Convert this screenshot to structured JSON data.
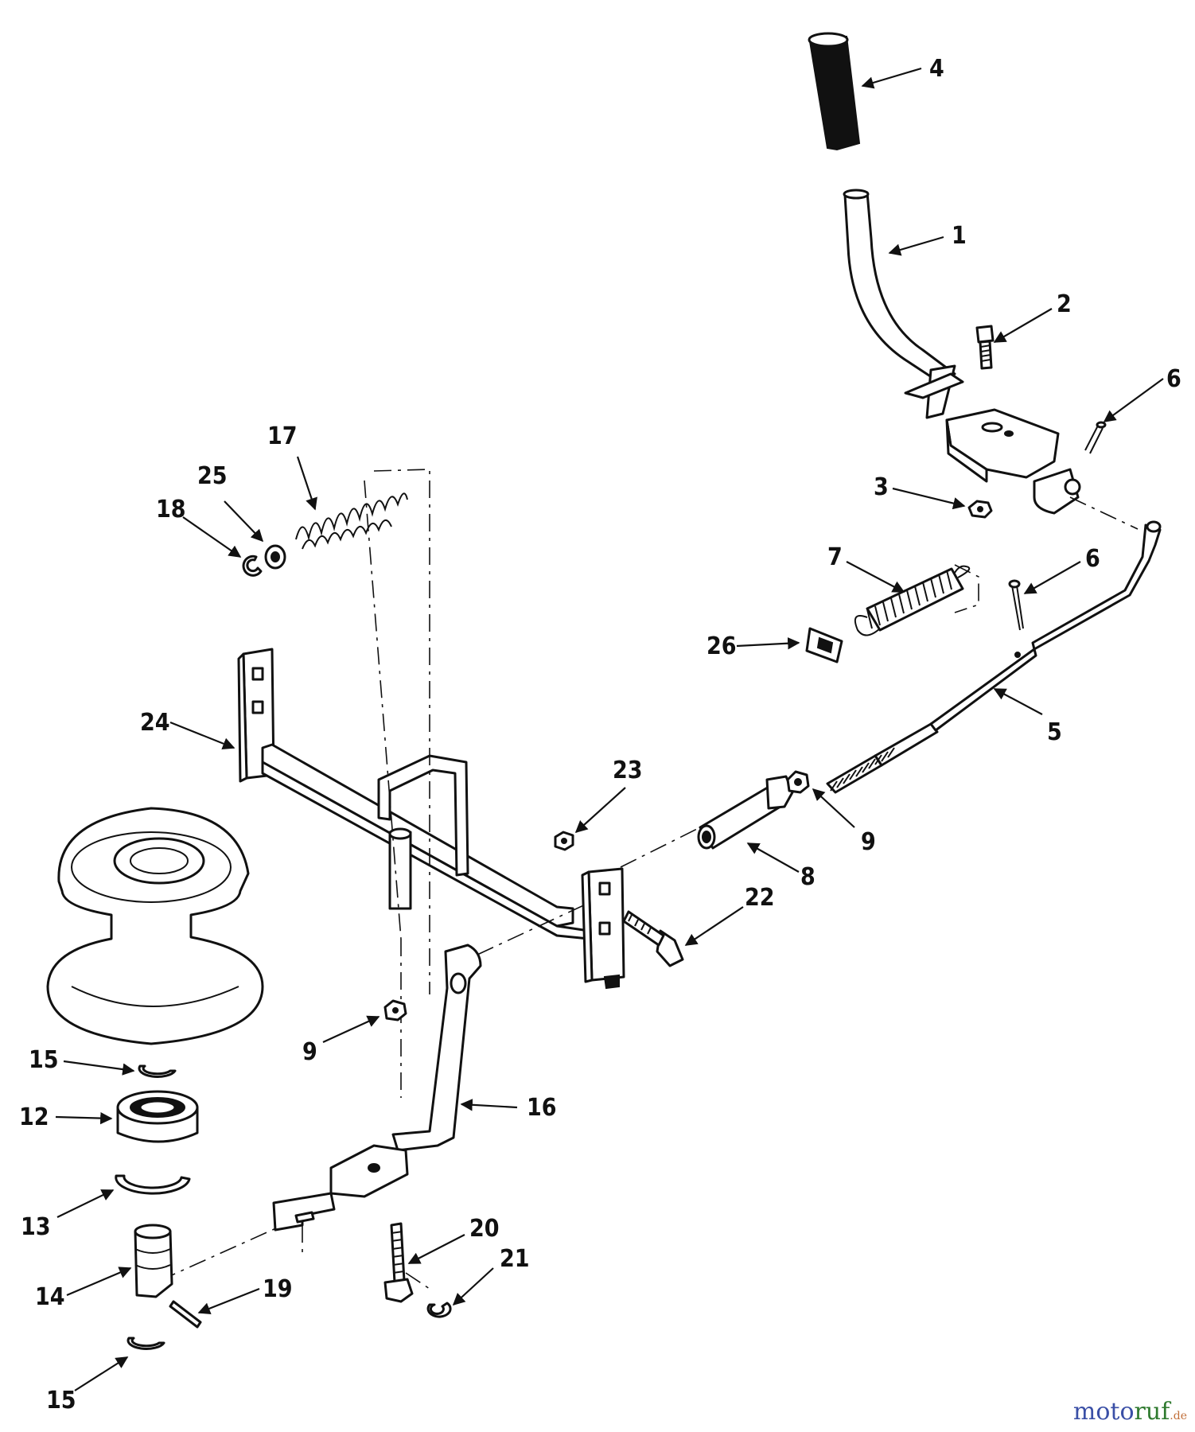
{
  "diagram": {
    "callouts": [
      {
        "id": "c4",
        "label": "4"
      },
      {
        "id": "c1",
        "label": "1"
      },
      {
        "id": "c2",
        "label": "2"
      },
      {
        "id": "c6a",
        "label": "6"
      },
      {
        "id": "c3",
        "label": "3"
      },
      {
        "id": "c6b",
        "label": "6"
      },
      {
        "id": "c7",
        "label": "7"
      },
      {
        "id": "c26",
        "label": "26"
      },
      {
        "id": "c5",
        "label": "5"
      },
      {
        "id": "c17",
        "label": "17"
      },
      {
        "id": "c25",
        "label": "25"
      },
      {
        "id": "c18",
        "label": "18"
      },
      {
        "id": "c24",
        "label": "24"
      },
      {
        "id": "c23",
        "label": "23"
      },
      {
        "id": "c9a",
        "label": "9"
      },
      {
        "id": "c8",
        "label": "8"
      },
      {
        "id": "c22",
        "label": "22"
      },
      {
        "id": "c9b",
        "label": "9"
      },
      {
        "id": "c16",
        "label": "16"
      },
      {
        "id": "c15a",
        "label": "15"
      },
      {
        "id": "c12",
        "label": "12"
      },
      {
        "id": "c13",
        "label": "13"
      },
      {
        "id": "c14",
        "label": "14"
      },
      {
        "id": "c19",
        "label": "19"
      },
      {
        "id": "c20",
        "label": "20"
      },
      {
        "id": "c21",
        "label": "21"
      },
      {
        "id": "c15b",
        "label": "15"
      }
    ]
  },
  "watermark": {
    "part1": "moto",
    "part2": "ruf",
    "part3": ".de"
  }
}
